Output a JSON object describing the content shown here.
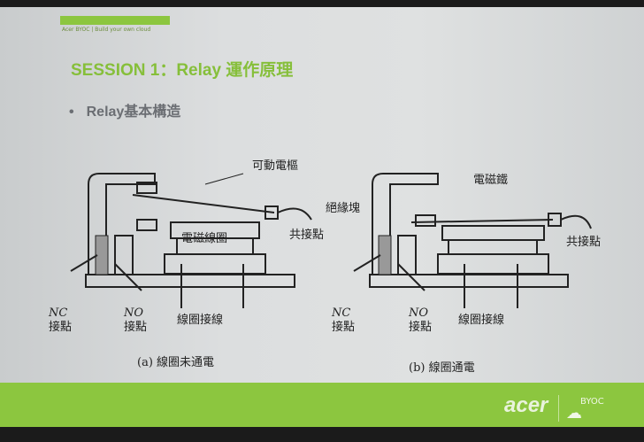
{
  "header": {
    "tagline": "Acer BYOC | Build your own cloud",
    "title": "SESSION 1：Relay 運作原理"
  },
  "bullet": {
    "marker": "•",
    "text": "Relay基本構造"
  },
  "diagram_a": {
    "armature": "可動電樞",
    "coil": "電磁線圈",
    "common": "共接點",
    "nc": [
      "NC",
      "接點"
    ],
    "no": [
      "NO",
      "接點"
    ],
    "coil_wire": "線圈接線",
    "caption": "(a) 線圈未通電"
  },
  "diagram_b": {
    "magnet": "電磁鐵",
    "insulator": "絕緣塊",
    "common": "共接點",
    "nc": [
      "NC",
      "接點"
    ],
    "no": [
      "NO",
      "接點"
    ],
    "coil_wire": "線圈接線",
    "caption": "(b) 線圈通電"
  },
  "footer": {
    "brand": "acer",
    "logo": "BYOC",
    "cloud_icon": "cloud-icon"
  },
  "colors": {
    "accent": "#8cc63f",
    "text": "#6b6e73"
  }
}
